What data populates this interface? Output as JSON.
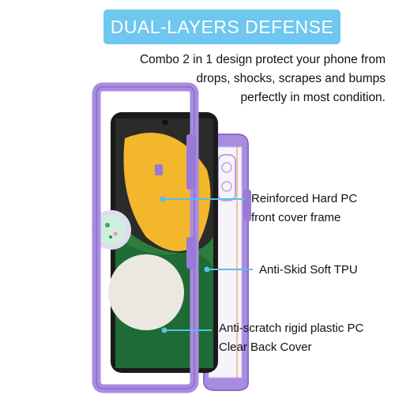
{
  "banner": {
    "title": "DUAL-LAYERS DEFENSE",
    "color": "#6ec7ee"
  },
  "description": {
    "lines": [
      "Combo 2 in 1 design protect your phone from",
      "drops, shocks, scrapes and bumps",
      "perfectly in most condition."
    ]
  },
  "callouts": [
    {
      "lines": [
        "Reinforced Hard PC",
        "front cover frame"
      ]
    },
    {
      "lines": [
        "Anti-Skid Soft TPU"
      ]
    },
    {
      "lines": [
        "Anti-scratch rigid plastic PC",
        "Clear Back Cover"
      ]
    }
  ],
  "colors": {
    "frame": "#a98ce0",
    "frame_dark": "#8a6cc8",
    "accent_orange": "#e8a24a",
    "leader": "#5bbde8"
  },
  "product": {
    "type": "purple phone case exploded view illustration"
  }
}
